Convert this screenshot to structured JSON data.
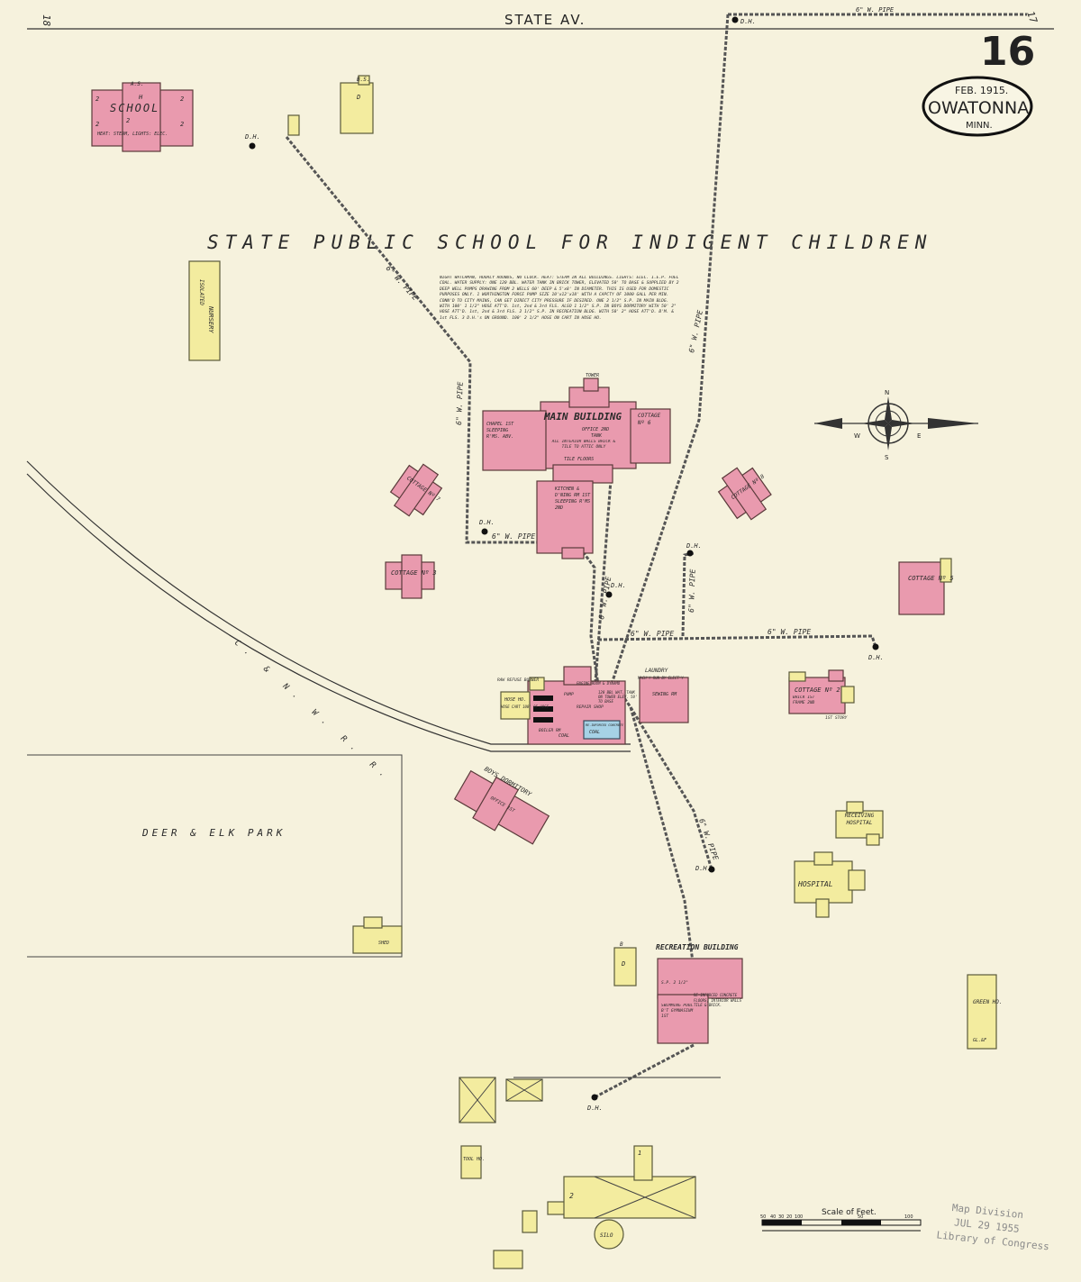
{
  "header": {
    "street_name": "STATE AV.",
    "sheet_number": "16",
    "cartouche": {
      "date": "FEB. 1915.",
      "city": "OWATONNA",
      "state": "MINN."
    },
    "corner_marks": [
      "18",
      "17"
    ]
  },
  "institution_title": "STATE PUBLIC SCHOOL FOR INDIGENT CHILDREN",
  "fire_protection_note": "NIGHT WATCHMAN, HOURLY ROUNDS, NO CLOCK. HEAT: STEAM IN ALL BUILDINGS. LIGHTS: ELEC. I.E.P. FUEL COAL. WATER SUPPLY: ONE 120 BBL. WATER TANK IN BRICK TOWER, ELEVATED 50' TO BASE & SUPPLIED BY 2 DEEP WELL PUMPS DRAWING FROM 2 WELLS 60' DEEP & 5'x8' IN DIAMETER. THIS IS USED FOR DOMESTIC PURPOSES ONLY. 1 WORTHINGTON FORCE PUMP SIZE 10'x12'x18' WITH A CAPCTY OF 1000 GALL PER MIN. CONN'D TO CITY MAINS, CAN GET DIRECT CITY PRESSURE IF DESIRED. ONE 2 1/2\" S.P. IN MAIN BLDG. WITH 100' 1 1/2\" HOSE ATT'D. 1st, 2nd & 3rd FLS. ALSO 1 1/2\" S.P. IN BOYS DORMITORY WITH 50' 2\" HOSE ATT'D. 1st, 2nd & 3rd FLS. 2 1/2\" S.P. IN RECREATION BLDG. WITH 50' 2\" HOSE ATT'D. B'M. & 1st FLS. 3 D.H.'s ON GROUND. 100' 2 1/2\" HOSE ON CART IN HOSE HO.",
  "area_labels": {
    "park": "DEER & ELK PARK",
    "railroad": "C. & N. W. R. R."
  },
  "buildings": {
    "school": {
      "name": "SCHOOL",
      "note": "HEAT: STEAM, LIGHTS: ELEC.",
      "marks": [
        "A.S.",
        "H",
        "2",
        "2",
        "2",
        "2",
        "2"
      ]
    },
    "school_outbuilding": {
      "marks": [
        "B.S.",
        "D"
      ]
    },
    "nursery": {
      "name": "NURSERY",
      "prefix": "ISOLATED"
    },
    "main_building": {
      "name": "MAIN BUILDING",
      "wing_left": "CHAPEL 1ST SLEEPING R'MS. ABV.",
      "wing_right": "COTTAGE Nº 6",
      "center_note": "ALL INTERIOR WALLS BRICK & TILE TO ATTIC ONLY",
      "floors_note": "TILE FLOORS",
      "south_wing": "KITCHEN & D'NING RM 1ST SLEEPING R'MS 2ND",
      "tower": "TOWER",
      "office": "OFFICE 2ND",
      "tank": "TANK"
    },
    "cottage_7": {
      "name": "COTTAGE Nº 7"
    },
    "cottage_8": {
      "name": "COTTAGE Nº 8"
    },
    "cottage_3": {
      "name": "COTTAGE Nº 3"
    },
    "cottage_5": {
      "name": "COTTAGE Nº 5"
    },
    "cottage_2": {
      "name": "COTTAGE Nº 2",
      "note": "BRICK 1ST FRAME 2ND",
      "side": "1ST STORY"
    },
    "power_house": {
      "refuse_burner": "RAW REFUSE BURNER",
      "hose_house": "HOSE HO.",
      "hose_note": "HOSE CART 100' OF HOSE",
      "boiler": "BOILER RM",
      "pump": "PUMP",
      "engine": "ENGINE ROOM & DYNAMO",
      "repair": "REPAIR SHOP",
      "tank_note": "120 BBL WAT. TANK ON TOWER ELEV. 50' TO BASE",
      "coal": "COAL",
      "coal_shed": "COAL",
      "store": "RE-INFORCED CONCRETE"
    },
    "laundry": {
      "name": "LAUNDRY",
      "note": "MACH'Y RUN BY ELECT'Y",
      "floor_2": "SEWING RM"
    },
    "boys_dormitory": {
      "name": "BOYS DORMITORY",
      "note": "OFFICE 1ST"
    },
    "receiving_hospital": {
      "name": "RECEIVING HOSPITAL"
    },
    "hospital": {
      "name": "HOSPITAL"
    },
    "recreation_building": {
      "name": "RECREATION BUILDING",
      "upper": "S.P. 2 1/2\"",
      "note": "RE-INFORCED CONCRETE FLOORS, INTERIOR WALLS TILE & BRICK.",
      "pool": "SWIMMING POOL B'T GYMNASIUM 1ST"
    },
    "green_house": {
      "name": "GREEN HO.",
      "mark": "GL.&F"
    },
    "tool_house": {
      "name": "TOOL HO."
    },
    "small_barn": {
      "marks": [
        "B",
        "D"
      ]
    },
    "park_shed": {
      "name": "SHED"
    },
    "large_barn": {
      "marks": [
        "1",
        "2"
      ]
    },
    "silo": {
      "name": "SILO"
    }
  },
  "pipes": {
    "label": "6\" W. PIPE",
    "hydrant": "D.H."
  },
  "scale_bar": {
    "title": "Scale of Feet.",
    "ticks": [
      "50",
      "40",
      "30",
      "20",
      "10",
      "0",
      "50",
      "100"
    ]
  },
  "stamp": {
    "line1": "Map Division",
    "line2": "JUL 29 1955",
    "line3": "Library of Congress"
  },
  "compass": {
    "north": "N",
    "south": "S",
    "east": "E",
    "west": "W"
  },
  "colors": {
    "paper": "#f6f2dd",
    "brick": "#e99aae",
    "frame": "#f3ec9f",
    "stone": "#a6d2e6",
    "ink": "#333333"
  }
}
